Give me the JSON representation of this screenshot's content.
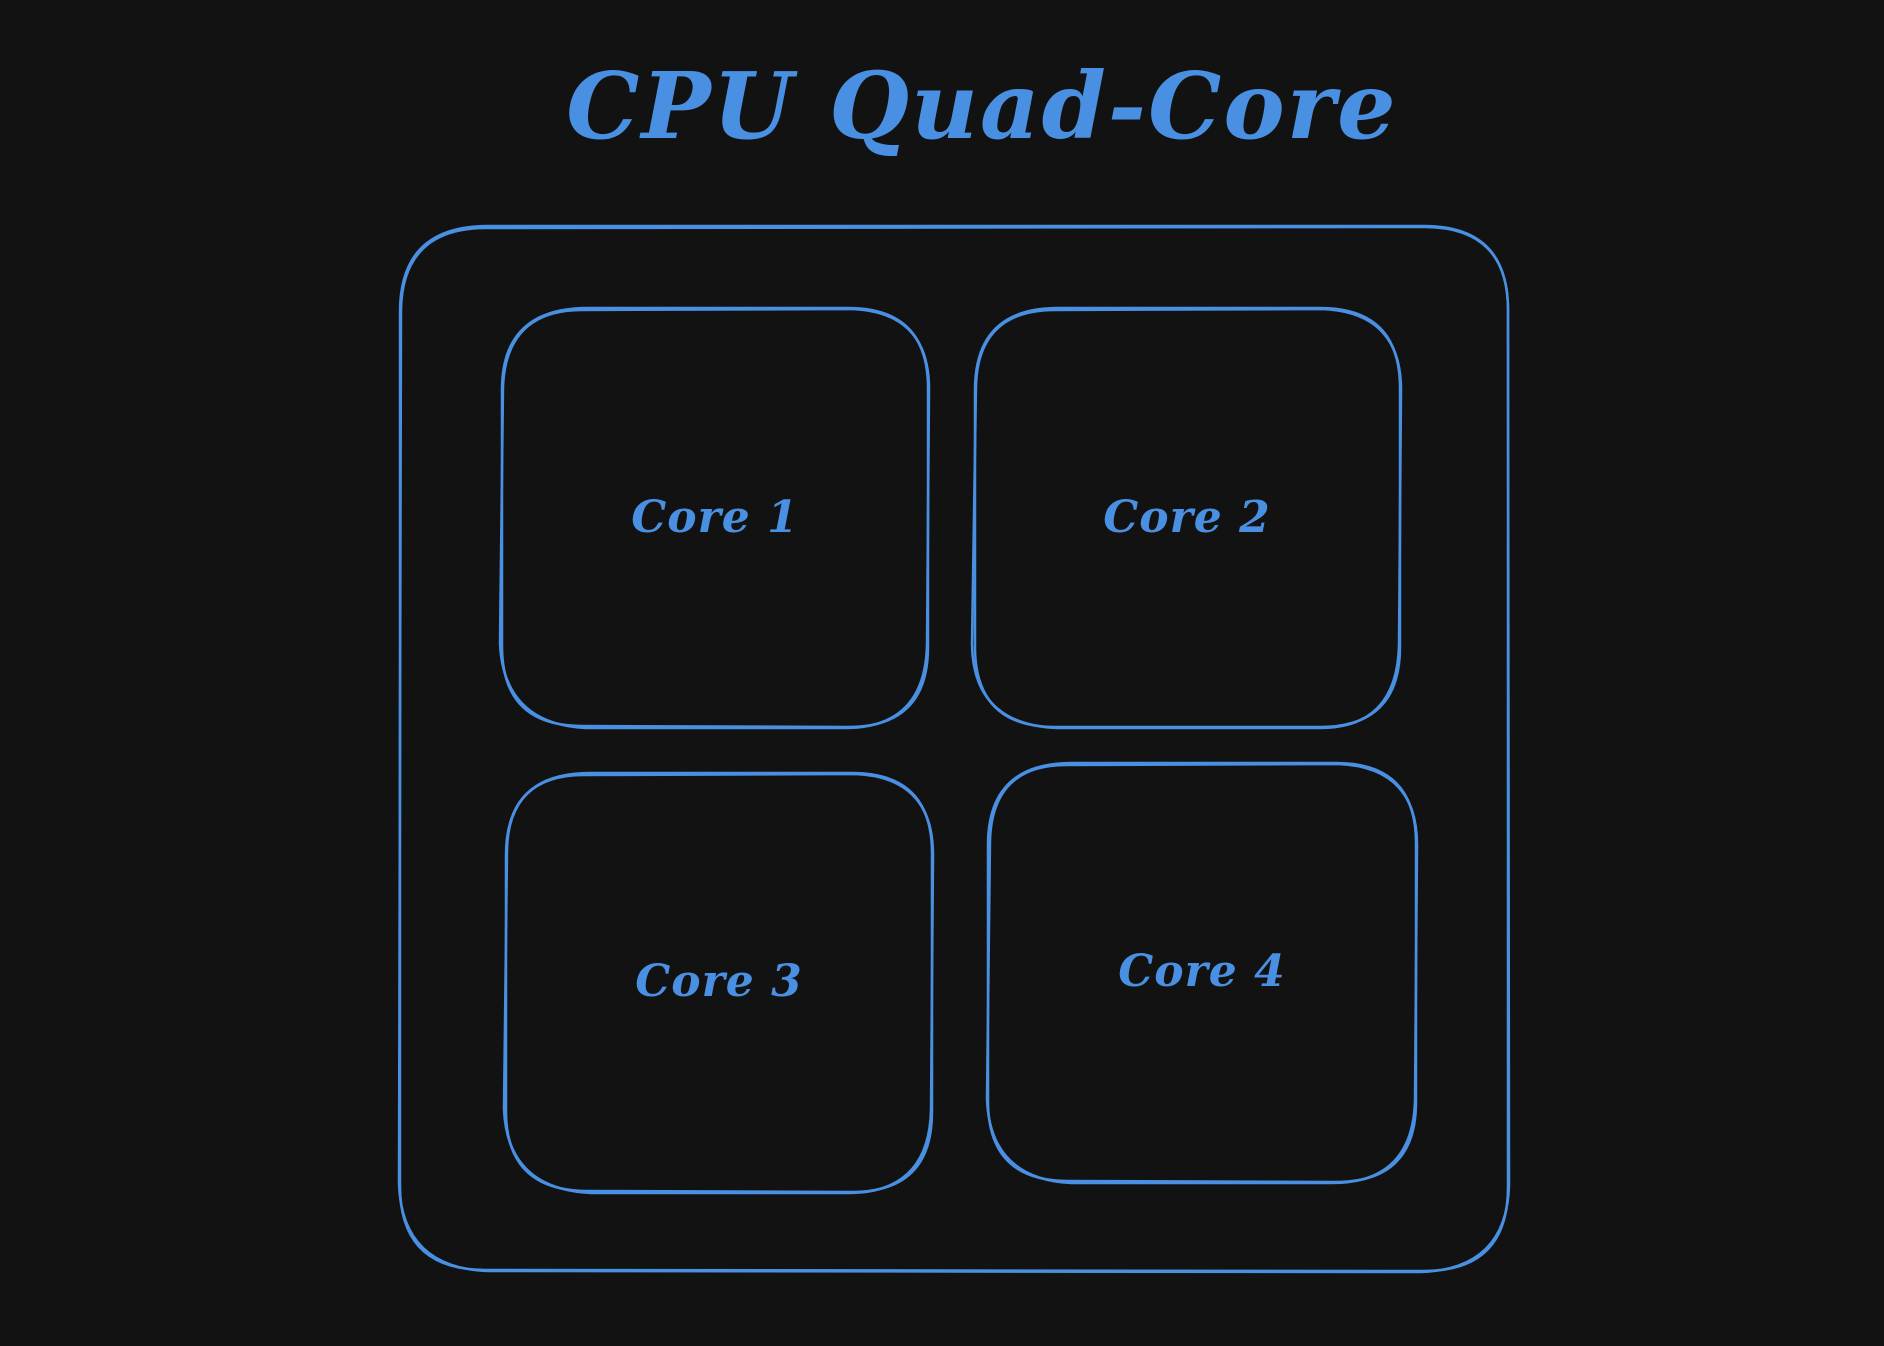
{
  "colors": {
    "background": "#121212",
    "accent": "#4a90e2"
  },
  "title": "CPU Quad-Core",
  "cores": [
    {
      "label": "Core 1"
    },
    {
      "label": "Core 2"
    },
    {
      "label": "Core 3"
    },
    {
      "label": "Core 4"
    }
  ]
}
